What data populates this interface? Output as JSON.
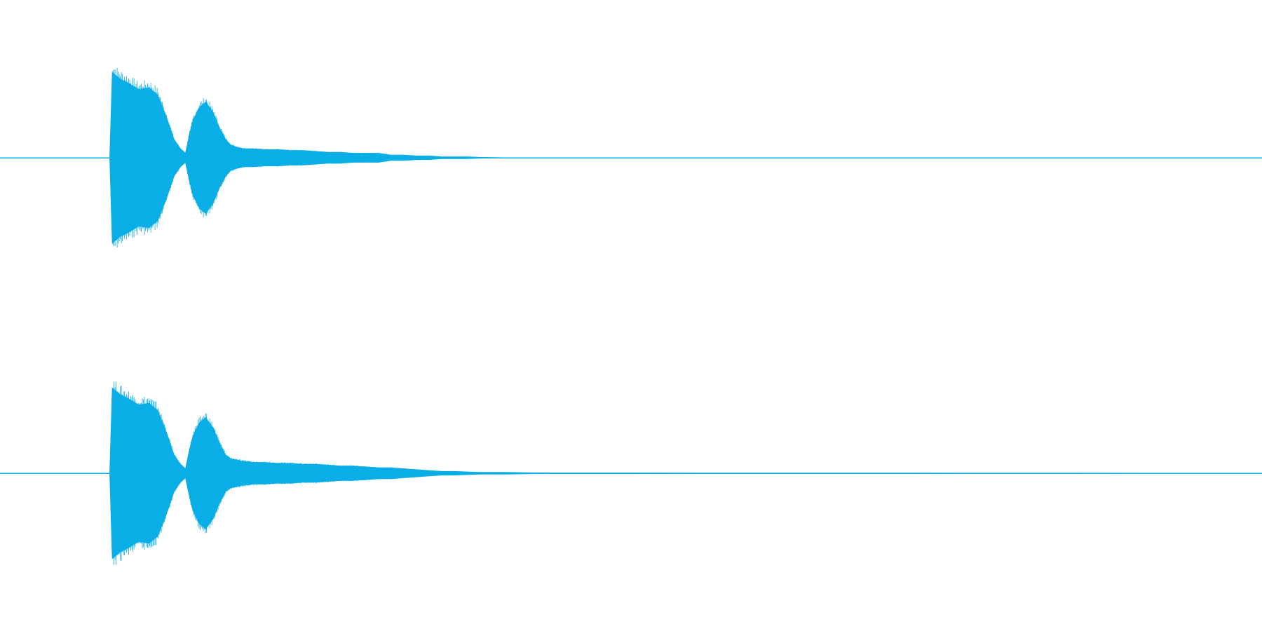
{
  "chart_data": {
    "type": "area",
    "title": "",
    "xlabel": "",
    "ylabel": "",
    "grid": false,
    "legend": "none",
    "x_range": [
      0,
      1
    ],
    "y_range": [
      -1,
      1
    ],
    "color": "#0aaee6",
    "channels": [
      {
        "x": [
          0.0,
          0.087,
          0.089,
          0.095,
          0.103,
          0.11,
          0.118,
          0.125,
          0.132,
          0.138,
          0.143,
          0.147,
          0.15,
          0.153,
          0.158,
          0.163,
          0.169,
          0.174,
          0.179,
          0.183,
          0.187,
          0.19,
          0.193,
          0.197,
          0.2,
          0.21,
          0.22,
          0.23,
          0.24,
          0.25,
          0.26,
          0.27,
          0.28,
          0.29,
          0.3,
          0.31,
          0.32,
          0.33,
          0.34,
          0.35,
          0.36,
          0.37,
          0.38,
          0.4,
          1.0
        ],
        "upper": [
          0.0,
          0.0,
          0.95,
          0.88,
          0.82,
          0.76,
          0.78,
          0.7,
          0.45,
          0.2,
          0.1,
          0.05,
          0.25,
          0.42,
          0.56,
          0.62,
          0.5,
          0.33,
          0.2,
          0.14,
          0.12,
          0.11,
          0.1,
          0.1,
          0.1,
          0.09,
          0.09,
          0.08,
          0.08,
          0.07,
          0.06,
          0.06,
          0.05,
          0.05,
          0.05,
          0.03,
          0.03,
          0.02,
          0.02,
          0.01,
          0.01,
          0.01,
          0.005,
          0.0,
          0.0
        ],
        "lower": [
          0.0,
          0.0,
          -0.95,
          -0.88,
          -0.82,
          -0.76,
          -0.78,
          -0.7,
          -0.45,
          -0.2,
          -0.1,
          -0.05,
          -0.25,
          -0.42,
          -0.56,
          -0.62,
          -0.5,
          -0.33,
          -0.2,
          -0.14,
          -0.12,
          -0.11,
          -0.1,
          -0.1,
          -0.1,
          -0.09,
          -0.09,
          -0.08,
          -0.08,
          -0.07,
          -0.06,
          -0.06,
          -0.05,
          -0.05,
          -0.05,
          -0.03,
          -0.03,
          -0.02,
          -0.02,
          -0.01,
          -0.01,
          -0.01,
          -0.005,
          0.0,
          0.0
        ]
      },
      {
        "x": [
          0.0,
          0.087,
          0.089,
          0.095,
          0.103,
          0.11,
          0.118,
          0.125,
          0.132,
          0.138,
          0.143,
          0.147,
          0.15,
          0.153,
          0.158,
          0.163,
          0.169,
          0.174,
          0.179,
          0.183,
          0.187,
          0.19,
          0.193,
          0.197,
          0.2,
          0.21,
          0.22,
          0.23,
          0.24,
          0.25,
          0.26,
          0.27,
          0.28,
          0.29,
          0.3,
          0.31,
          0.32,
          0.33,
          0.34,
          0.35,
          0.36,
          0.37,
          0.38,
          0.4,
          0.42,
          0.44,
          1.0
        ],
        "upper": [
          0.0,
          0.0,
          0.95,
          0.88,
          0.82,
          0.76,
          0.78,
          0.7,
          0.45,
          0.2,
          0.1,
          0.05,
          0.25,
          0.42,
          0.56,
          0.62,
          0.5,
          0.33,
          0.2,
          0.16,
          0.15,
          0.14,
          0.13,
          0.13,
          0.12,
          0.12,
          0.11,
          0.11,
          0.1,
          0.1,
          0.09,
          0.08,
          0.08,
          0.07,
          0.06,
          0.06,
          0.05,
          0.04,
          0.03,
          0.02,
          0.02,
          0.015,
          0.01,
          0.01,
          0.005,
          0.003,
          0.0
        ],
        "lower": [
          0.0,
          0.0,
          -0.95,
          -0.88,
          -0.82,
          -0.76,
          -0.78,
          -0.7,
          -0.45,
          -0.2,
          -0.1,
          -0.05,
          -0.25,
          -0.42,
          -0.56,
          -0.62,
          -0.5,
          -0.33,
          -0.2,
          -0.16,
          -0.15,
          -0.14,
          -0.13,
          -0.13,
          -0.12,
          -0.12,
          -0.11,
          -0.11,
          -0.1,
          -0.1,
          -0.09,
          -0.08,
          -0.08,
          -0.07,
          -0.06,
          -0.06,
          -0.05,
          -0.04,
          -0.03,
          -0.02,
          -0.02,
          -0.015,
          -0.01,
          -0.01,
          -0.005,
          -0.003,
          0.0
        ]
      }
    ]
  }
}
